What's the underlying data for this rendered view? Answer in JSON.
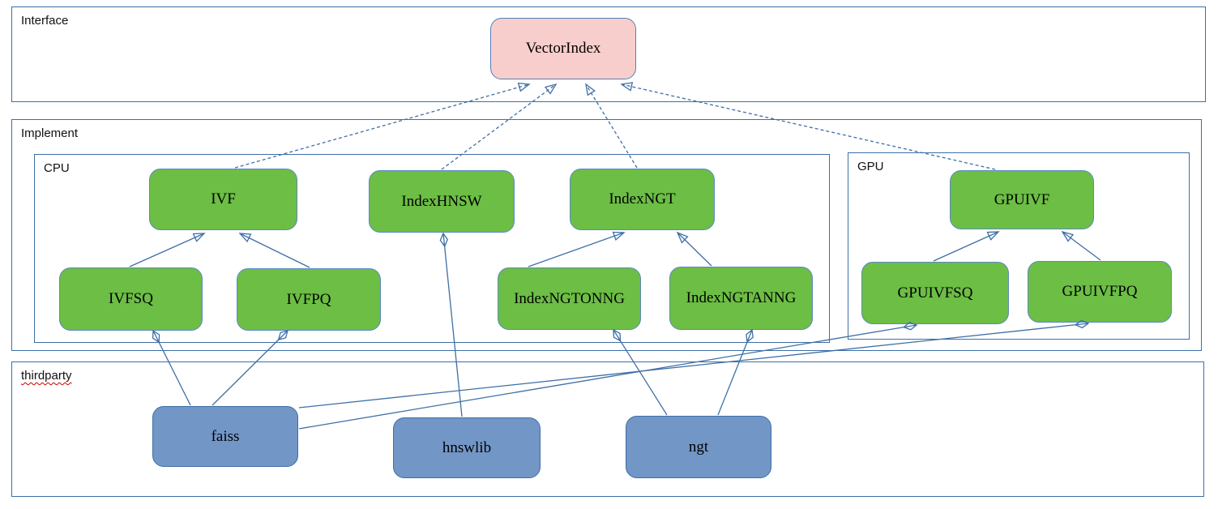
{
  "sections": {
    "interface": {
      "label": "Interface"
    },
    "implement": {
      "label": "Implement"
    },
    "cpu": {
      "label": "CPU"
    },
    "gpu": {
      "label": "GPU"
    },
    "thirdparty": {
      "label": "thirdparty",
      "underline": "red-wavy-spellcheck"
    }
  },
  "nodes": {
    "vectorindex": {
      "label": "VectorIndex",
      "fill": "#f8cecc",
      "group": "interface"
    },
    "ivf": {
      "label": "IVF",
      "fill": "#6cbe45",
      "group": "cpu"
    },
    "indexhnsw": {
      "label": "IndexHNSW",
      "fill": "#6cbe45",
      "group": "cpu"
    },
    "indexngt": {
      "label": "IndexNGT",
      "fill": "#6cbe45",
      "group": "cpu"
    },
    "ivfsq": {
      "label": "IVFSQ",
      "fill": "#6cbe45",
      "group": "cpu"
    },
    "ivfpq": {
      "label": "IVFPQ",
      "fill": "#6cbe45",
      "group": "cpu"
    },
    "indexngtonng": {
      "label": "IndexNGTONNG",
      "fill": "#6cbe45",
      "group": "cpu"
    },
    "indexngtanng": {
      "label": "IndexNGTANNG",
      "fill": "#6cbe45",
      "group": "cpu"
    },
    "gpuivf": {
      "label": "GPUIVF",
      "fill": "#6cbe45",
      "group": "gpu"
    },
    "gpuivfsq": {
      "label": "GPUIVFSQ",
      "fill": "#6cbe45",
      "group": "gpu"
    },
    "gpuivfpq": {
      "label": "GPUIVFPQ",
      "fill": "#6cbe45",
      "group": "gpu"
    },
    "faiss": {
      "label": "faiss",
      "fill": "#7296c6",
      "group": "thirdparty"
    },
    "hnswlib": {
      "label": "hnswlib",
      "fill": "#7296c6",
      "group": "thirdparty"
    },
    "ngt": {
      "label": "ngt",
      "fill": "#7296c6",
      "group": "thirdparty"
    }
  },
  "edges": [
    {
      "from": "IVF",
      "to": "VectorIndex",
      "type": "realization",
      "style": "dashed, hollow arrowhead at VectorIndex"
    },
    {
      "from": "IndexHNSW",
      "to": "VectorIndex",
      "type": "realization",
      "style": "dashed, hollow arrowhead at VectorIndex"
    },
    {
      "from": "IndexNGT",
      "to": "VectorIndex",
      "type": "realization",
      "style": "dashed, hollow arrowhead at VectorIndex"
    },
    {
      "from": "GPUIVF",
      "to": "VectorIndex",
      "type": "realization",
      "style": "dashed, hollow arrowhead at VectorIndex"
    },
    {
      "from": "IVFSQ",
      "to": "IVF",
      "type": "generalization",
      "style": "solid, hollow arrowhead at IVF"
    },
    {
      "from": "IVFPQ",
      "to": "IVF",
      "type": "generalization",
      "style": "solid, hollow arrowhead at IVF"
    },
    {
      "from": "IndexNGTONNG",
      "to": "IndexNGT",
      "type": "generalization",
      "style": "solid, hollow arrowhead at IndexNGT"
    },
    {
      "from": "IndexNGTANNG",
      "to": "IndexNGT",
      "type": "generalization",
      "style": "solid, hollow arrowhead at IndexNGT"
    },
    {
      "from": "GPUIVFSQ",
      "to": "GPUIVF",
      "type": "generalization",
      "style": "solid, hollow arrowhead at GPUIVF"
    },
    {
      "from": "GPUIVFPQ",
      "to": "GPUIVF",
      "type": "generalization",
      "style": "solid, hollow arrowhead at GPUIVF"
    },
    {
      "from": "IVFSQ",
      "to": "faiss",
      "type": "composition",
      "style": "solid, filled diamond at IVFSQ"
    },
    {
      "from": "IVFPQ",
      "to": "faiss",
      "type": "composition",
      "style": "solid, filled diamond at IVFPQ"
    },
    {
      "from": "GPUIVFSQ",
      "to": "faiss",
      "type": "composition",
      "style": "solid, filled diamond at GPUIVFSQ"
    },
    {
      "from": "GPUIVFPQ",
      "to": "faiss",
      "type": "composition",
      "style": "solid, filled diamond at GPUIVFPQ"
    },
    {
      "from": "IndexHNSW",
      "to": "hnswlib",
      "type": "composition",
      "style": "solid, filled diamond at IndexHNSW"
    },
    {
      "from": "IndexNGTONNG",
      "to": "ngt",
      "type": "composition",
      "style": "solid, filled diamond at IndexNGTONNG"
    },
    {
      "from": "IndexNGTANNG",
      "to": "ngt",
      "type": "composition",
      "style": "solid, filled diamond at IndexNGTANNG"
    }
  ],
  "colors": {
    "container_border": "#3e6fa6",
    "connector": "#3e6fa6",
    "interface_node_fill": "#f8cecc",
    "implement_node_fill": "#6cbe45",
    "thirdparty_node_fill": "#7296c6",
    "node_border": "#5b88c2",
    "text": "#000000",
    "spellcheck_underline": "#cc0000"
  }
}
